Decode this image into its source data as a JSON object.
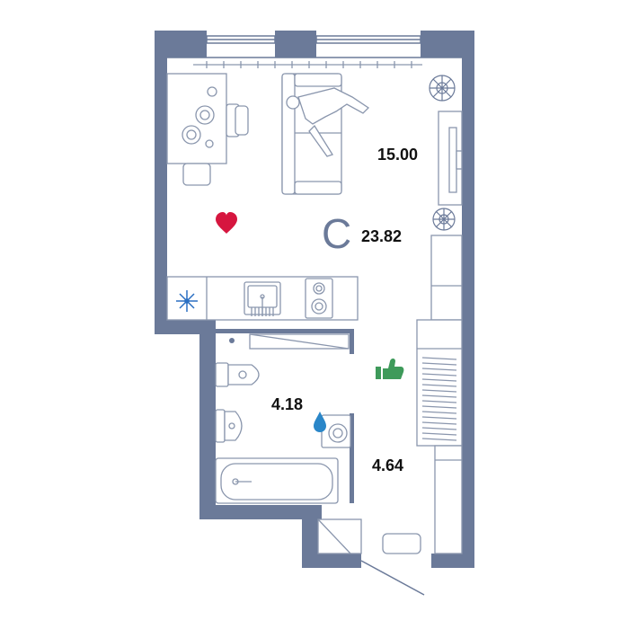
{
  "floor_plan": {
    "room_type_letter": "С",
    "total_area": "23.82",
    "rooms": [
      {
        "area": "15.00"
      },
      {
        "area": "4.18"
      },
      {
        "area": "4.64"
      }
    ],
    "icons": [
      "heart-icon",
      "snowflake-icon",
      "thumbs-up-icon",
      "water-drop-icon"
    ],
    "colors": {
      "wall": "#6b7a99",
      "furniture_line": "#8a96ad",
      "heart": "#d6163f",
      "thumb": "#3e9a5a",
      "drop": "#2a86c8",
      "snowflake": "#2a6fc2",
      "letter": "#6b7a99"
    }
  }
}
